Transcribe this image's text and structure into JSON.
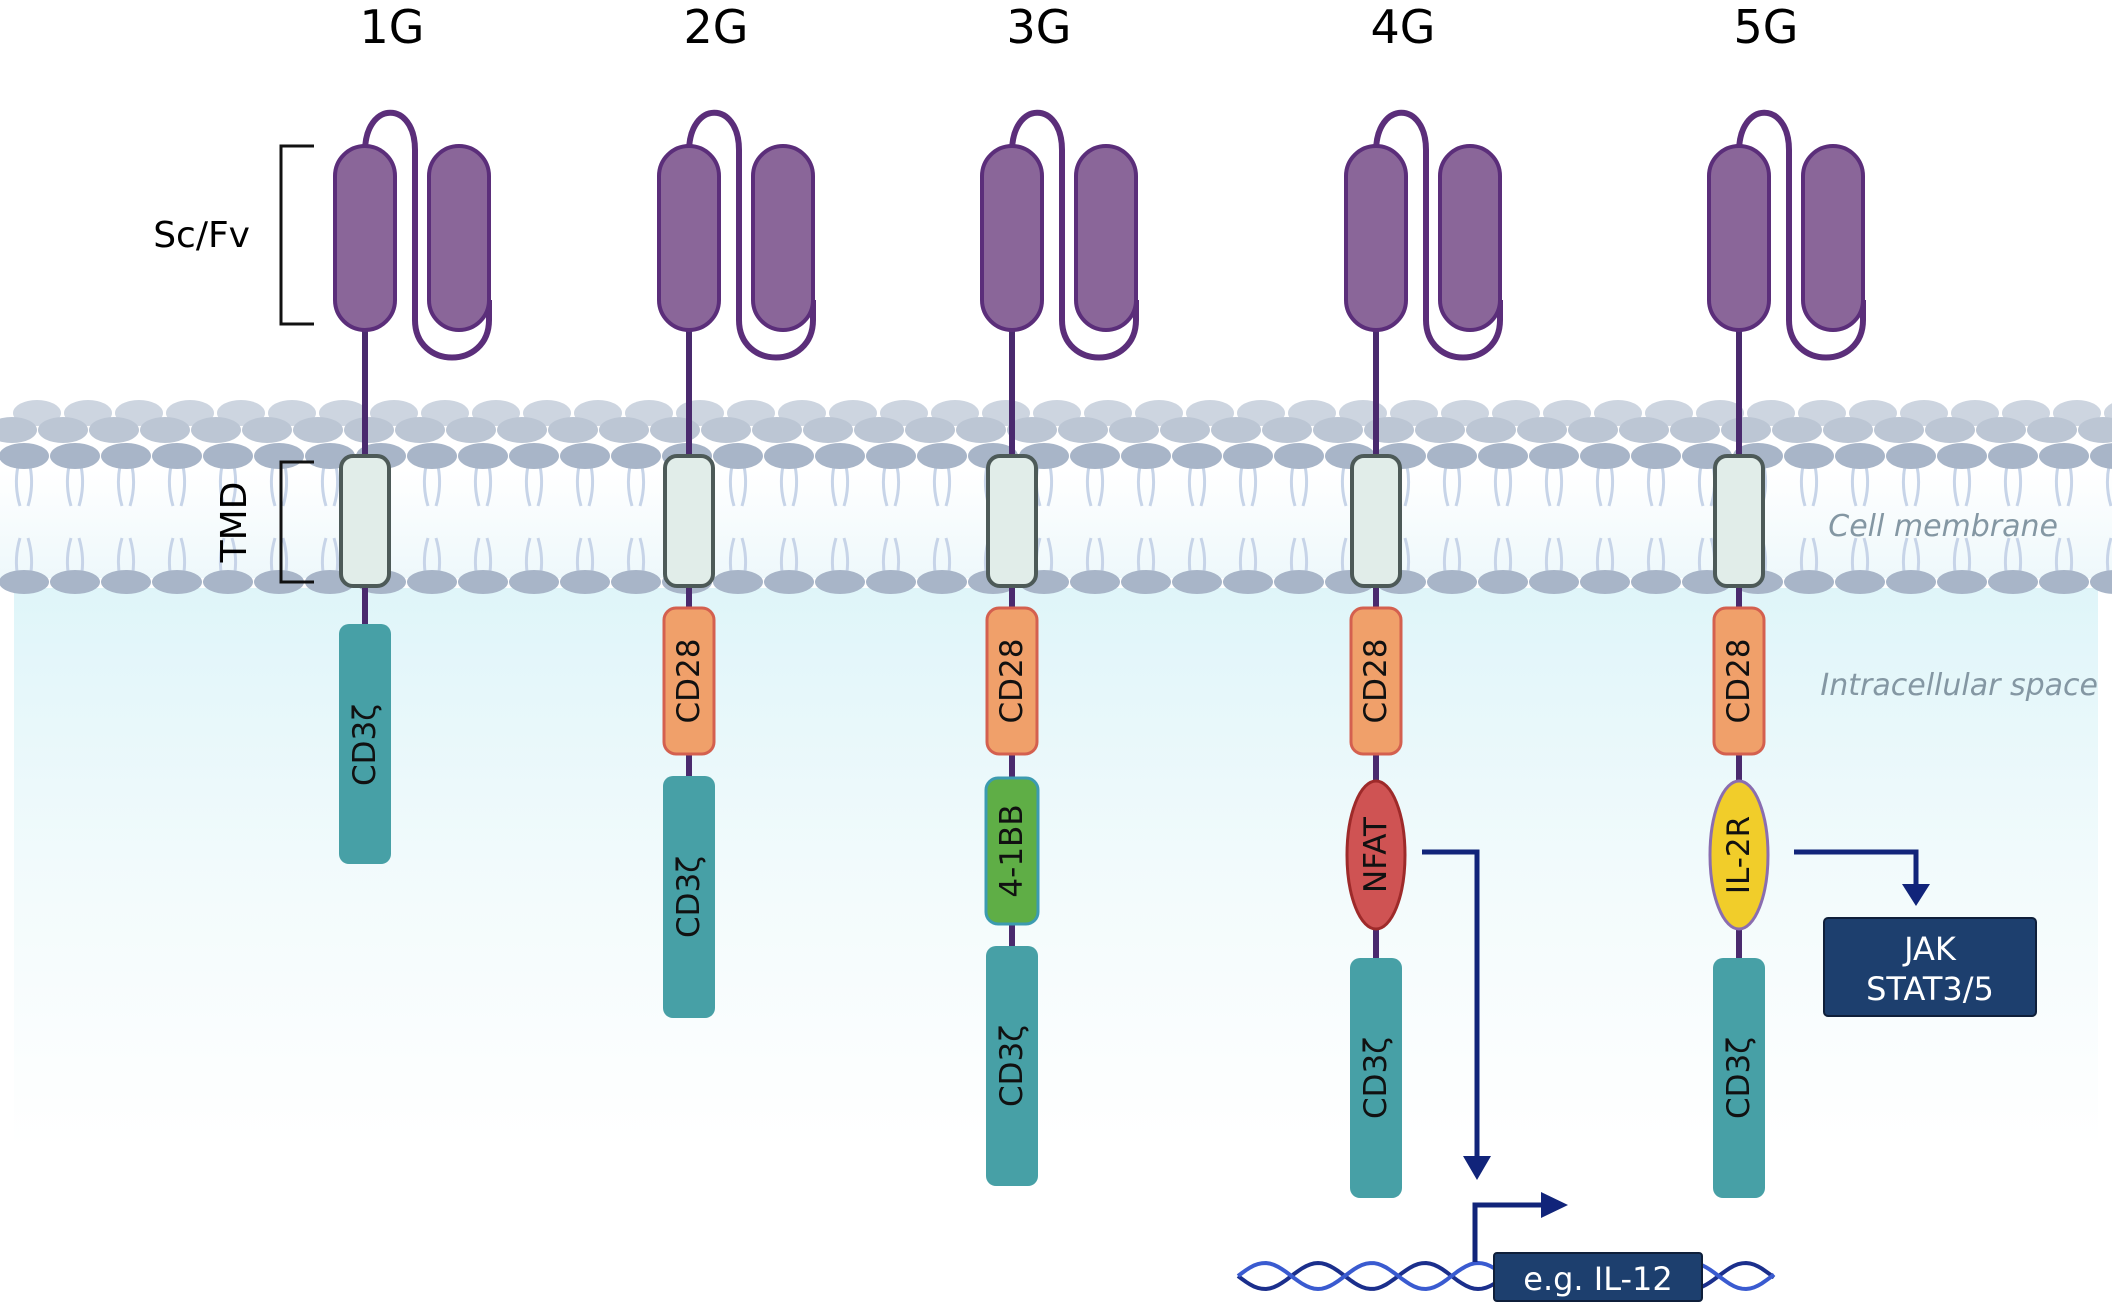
{
  "generations": [
    {
      "label": "1G",
      "domains": [
        "CD3ζ"
      ]
    },
    {
      "label": "2G",
      "domains": [
        "CD28",
        "CD3ζ"
      ]
    },
    {
      "label": "3G",
      "domains": [
        "CD28",
        "4-1BB",
        "CD3ζ"
      ]
    },
    {
      "label": "4G",
      "domains": [
        "CD28",
        "NFAT",
        "CD3ζ"
      ]
    },
    {
      "label": "5G",
      "domains": [
        "CD28",
        "IL-2R",
        "CD3ζ"
      ]
    }
  ],
  "labels": {
    "scfv": "Sc/Fv",
    "tmd": "TMD",
    "cell_membrane": "Cell membrane",
    "intracellular_space": "Intracellular space"
  },
  "signals": {
    "jak_line1": "JAK",
    "jak_line2": "STAT3/5",
    "gene": "e.g.  IL-12"
  },
  "colors": {
    "scfv": "#8a6699",
    "scfv_stroke": "#5b2e7a",
    "linker": "#4a2a6e",
    "tmd": "#e1ede9",
    "cd3z": "#47a0a6",
    "cd28": "#f0a06a",
    "4-1bb": "#5fae46",
    "nfat": "#cf5353",
    "il2r": "#f1cd2a",
    "signal_box": "#1d3f6e",
    "arrow": "#11247a",
    "lipid_head": "#a8b5c8",
    "intracellular": "#e8f8fb"
  }
}
